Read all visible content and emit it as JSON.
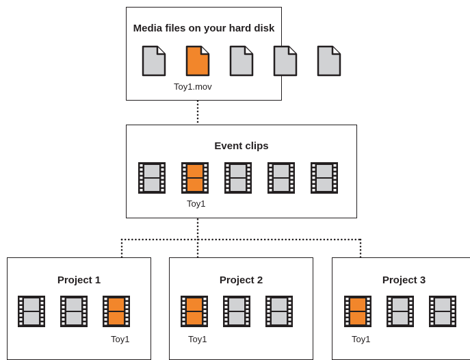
{
  "media_box": {
    "title": "Media files on your hard disk",
    "files": [
      "file",
      "file",
      "file",
      "file",
      "file"
    ],
    "highlight_index": 1,
    "highlight_label": "Toy1.mov"
  },
  "event_box": {
    "title": "Event clips",
    "clips": [
      "clip",
      "clip",
      "clip",
      "clip",
      "clip"
    ],
    "highlight_index": 1,
    "highlight_label": "Toy1"
  },
  "projects": [
    {
      "title": "Project 1",
      "clip_count": 3,
      "highlight_index": 2,
      "highlight_label": "Toy1"
    },
    {
      "title": "Project 2",
      "clip_count": 3,
      "highlight_index": 0,
      "highlight_label": "Toy1"
    },
    {
      "title": "Project 3",
      "clip_count": 3,
      "highlight_index": 0,
      "highlight_label": "Toy1"
    }
  ],
  "colors": {
    "highlight": "#f2862b",
    "neutral": "#d1d2d4",
    "outline": "#231f20"
  },
  "icons": {
    "file": "document-icon",
    "clip": "film-strip-icon"
  }
}
